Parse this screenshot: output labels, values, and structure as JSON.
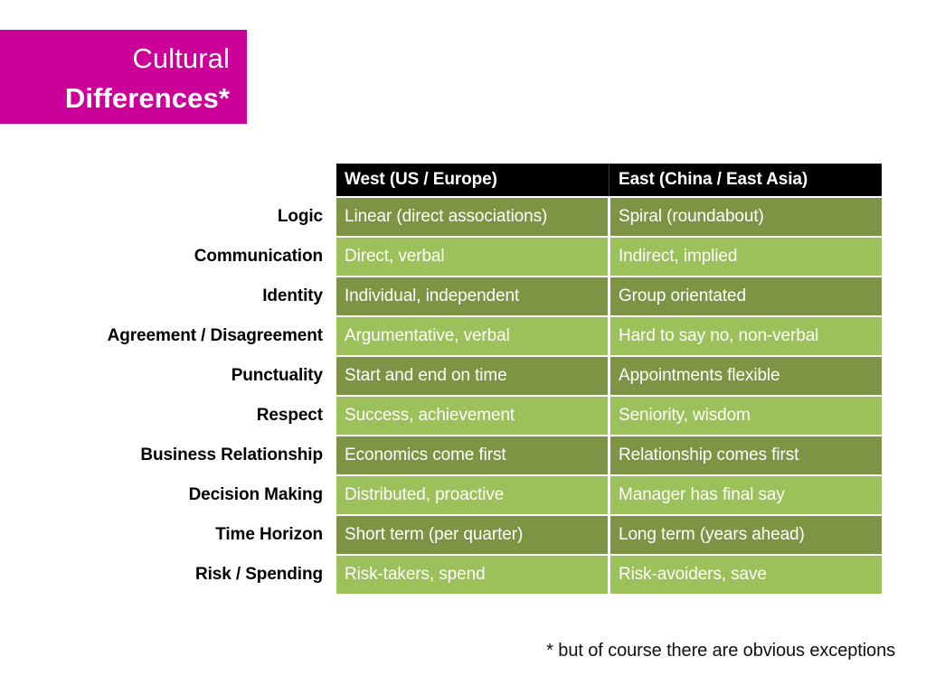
{
  "title": {
    "line1": "Cultural",
    "line2": "Differences*",
    "background_color": "#cc0099",
    "text_color": "#ffffff"
  },
  "table": {
    "header_background": "#000000",
    "row_color_dark": "#7d9445",
    "row_color_light": "#9cc05a",
    "columns": [
      {
        "key": "west",
        "header": "West (US / Europe)"
      },
      {
        "key": "east",
        "header": "East (China / East Asia)"
      }
    ],
    "rows": [
      {
        "label": "Logic",
        "shade": "dark",
        "west": "Linear (direct associations)",
        "east": "Spiral (roundabout)"
      },
      {
        "label": "Communication",
        "shade": "light",
        "west": "Direct, verbal",
        "east": "Indirect, implied"
      },
      {
        "label": "Identity",
        "shade": "dark",
        "west": "Individual, independent",
        "east": "Group orientated"
      },
      {
        "label": "Agreement / Disagreement",
        "shade": "light",
        "west": "Argumentative, verbal",
        "east": "Hard to say no, non-verbal"
      },
      {
        "label": "Punctuality",
        "shade": "dark",
        "west": "Start and end on time",
        "east": "Appointments flexible"
      },
      {
        "label": "Respect",
        "shade": "light",
        "west": "Success, achievement",
        "east": "Seniority, wisdom"
      },
      {
        "label": "Business Relationship",
        "shade": "dark",
        "west": "Economics come first",
        "east": "Relationship comes first"
      },
      {
        "label": "Decision Making",
        "shade": "light",
        "west": "Distributed, proactive",
        "east": "Manager has final say"
      },
      {
        "label": "Time Horizon",
        "shade": "dark",
        "west": "Short term (per quarter)",
        "east": "Long term (years ahead)"
      },
      {
        "label": "Risk / Spending",
        "shade": "light",
        "west": "Risk-takers, spend",
        "east": "Risk-avoiders, save"
      }
    ]
  },
  "footnote": "* but of course there are obvious exceptions"
}
